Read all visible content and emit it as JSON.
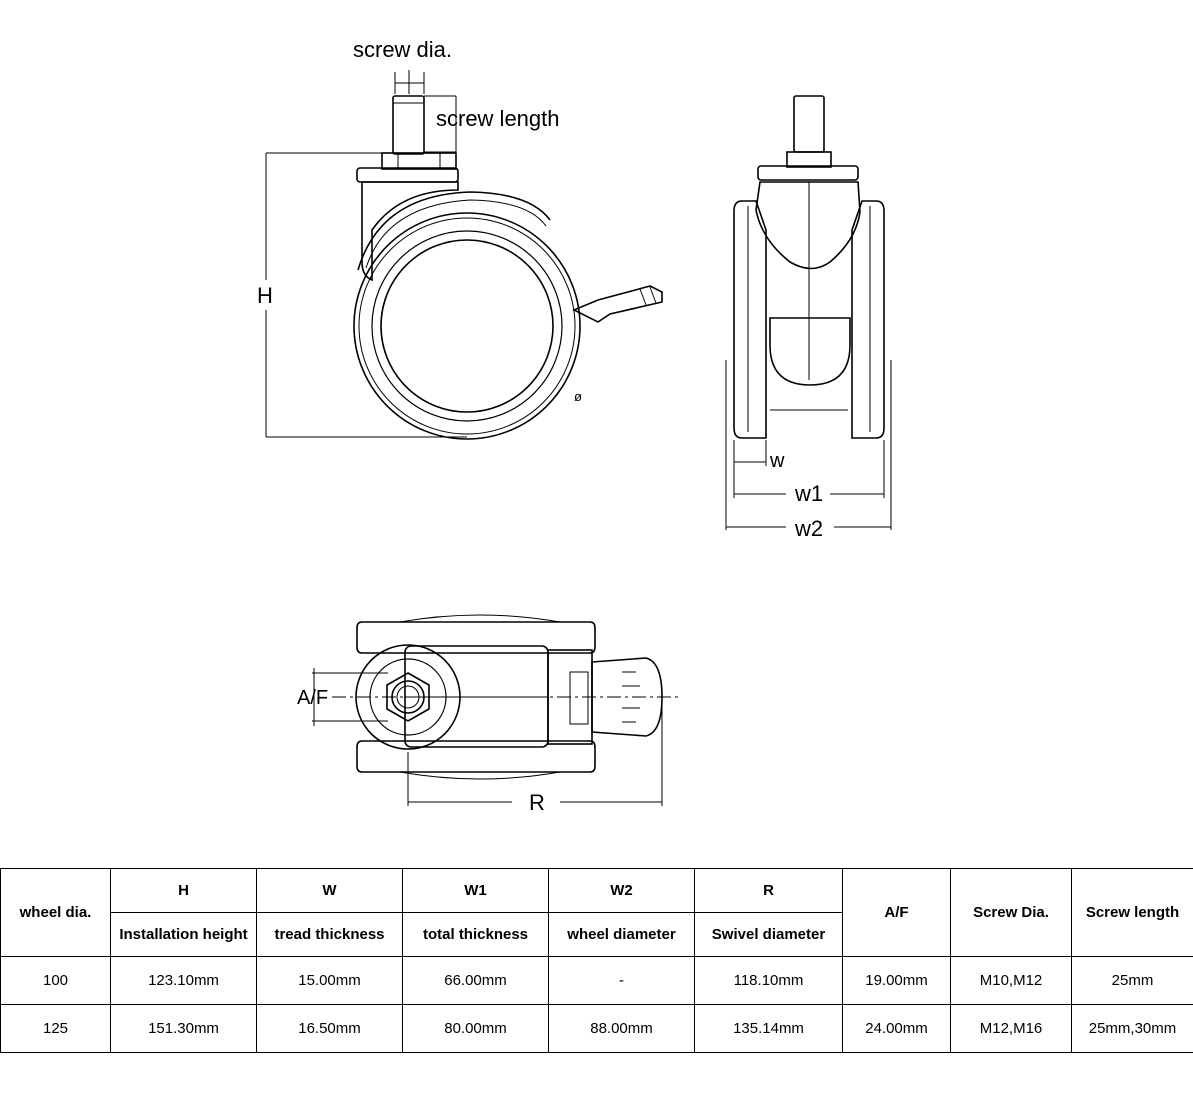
{
  "diagram": {
    "labels": {
      "screw_dia": "screw dia.",
      "screw_length": "screw length",
      "H": "H",
      "w": "w",
      "w1": "w1",
      "w2": "w2",
      "AF": "A/F",
      "R": "R",
      "phi": "ø"
    }
  },
  "table": {
    "header_top": {
      "wheel_dia": "wheel dia.",
      "H": "H",
      "W": "W",
      "W1": "W1",
      "W2": "W2",
      "R": "R",
      "AF": "A/F",
      "screw_dia": "Screw Dia.",
      "screw_length": "Screw length"
    },
    "header_sub": {
      "H": "Installation height",
      "W": "tread thickness",
      "W1": "total thickness",
      "W2": "wheel diameter",
      "R": "Swivel diameter"
    },
    "rows": [
      [
        "100",
        "123.10mm",
        "15.00mm",
        "66.00mm",
        "-",
        "118.10mm",
        "19.00mm",
        "M10,M12",
        "25mm"
      ],
      [
        "125",
        "151.30mm",
        "16.50mm",
        "80.00mm",
        "88.00mm",
        "135.14mm",
        "24.00mm",
        "M12,M16",
        "25mm,30mm"
      ]
    ]
  }
}
